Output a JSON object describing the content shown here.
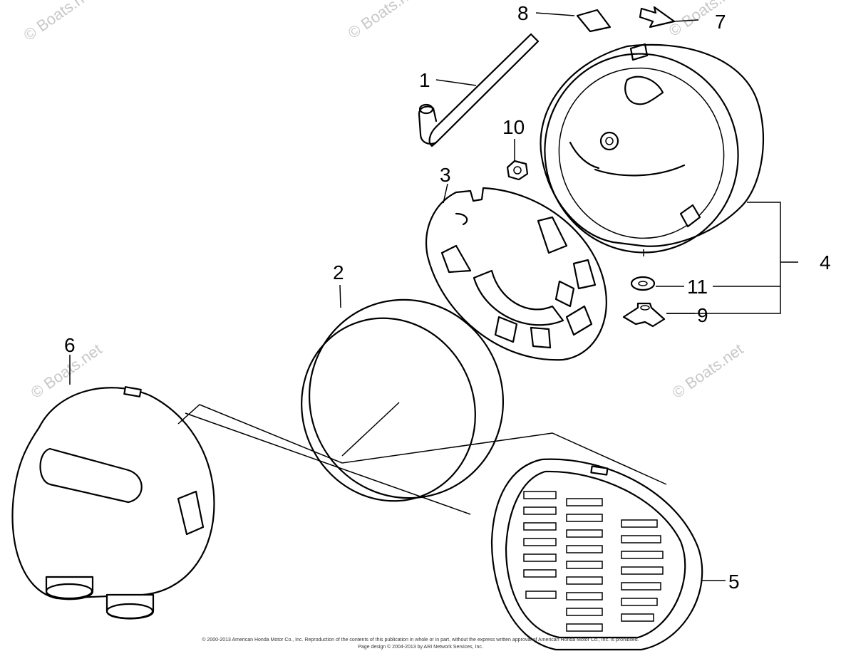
{
  "callouts": [
    {
      "id": "1",
      "text": "1"
    },
    {
      "id": "2",
      "text": "2"
    },
    {
      "id": "3",
      "text": "3"
    },
    {
      "id": "4",
      "text": "4"
    },
    {
      "id": "5",
      "text": "5"
    },
    {
      "id": "6",
      "text": "6"
    },
    {
      "id": "7",
      "text": "7"
    },
    {
      "id": "8",
      "text": "8"
    },
    {
      "id": "9",
      "text": "9"
    },
    {
      "id": "10",
      "text": "10"
    },
    {
      "id": "11",
      "text": "11"
    }
  ],
  "watermark": "© Boats.net",
  "footer": {
    "line1": "© 2000-2013 American Honda Motor Co., Inc. Reproduction of the contents of this publication in whole or in part, without the express written approval of American Honda Motor Co., Inc. is prohibited.",
    "line2": "Page design © 2004-2013 by ARI Network Services, Inc."
  },
  "colors": {
    "ink": "#000000",
    "watermark": "#c8c8c8",
    "background": "#ffffff"
  }
}
